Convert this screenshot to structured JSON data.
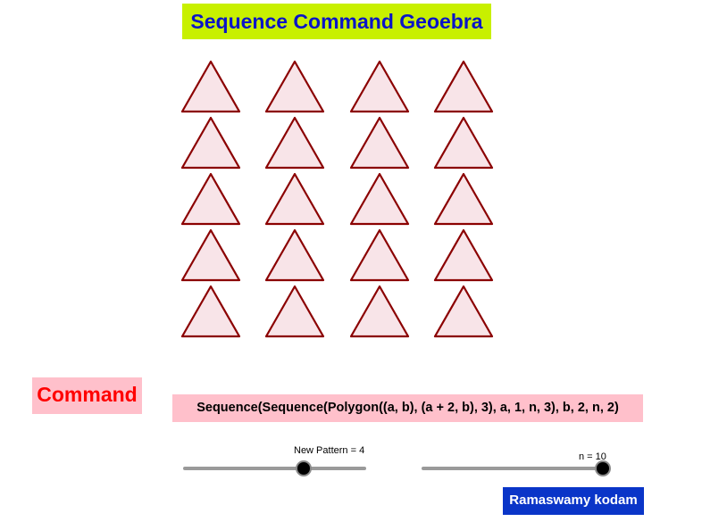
{
  "title": "Sequence Command Geoebra",
  "command": {
    "label": "Command",
    "expression": "Sequence(Sequence(Polygon((a, b), (a + 2, b), 3), a, 1, n, 3), b, 2, n, 2)"
  },
  "sliders": {
    "pattern": {
      "label": "New Pattern = 4",
      "value": 4,
      "fraction": 0.66
    },
    "n": {
      "label": "n = 10",
      "value": 10,
      "fraction": 1.0
    }
  },
  "triangle_grid": {
    "rows": 5,
    "columns": 4,
    "fill": "#f8e4e8",
    "stroke": "#8b0000"
  },
  "author": "Ramaswamy kodam",
  "colors": {
    "title_bg": "#c8f000",
    "title_text": "#0a14c8",
    "command_bg": "#ffc0cb",
    "command_label_text": "#ff0000",
    "author_bg": "#0a35c8",
    "author_text": "#ffffff"
  }
}
